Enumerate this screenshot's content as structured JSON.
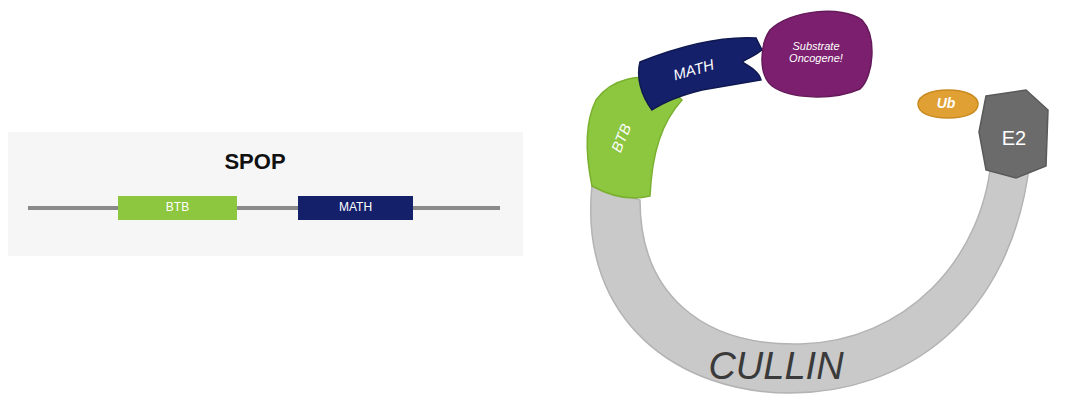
{
  "diagram": {
    "title": "SPOP",
    "nodes": [
      {
        "text": [
          "BTB"
        ]
      },
      {
        "text": [
          "MATH"
        ]
      },
      {
        "text": [
          "CULLIN"
        ]
      },
      {
        "text": [
          "BTB"
        ]
      },
      {
        "text": [
          "MATH"
        ]
      },
      {
        "text": [
          "Substrate Oncogene!"
        ]
      },
      {
        "text": [
          "Ub"
        ]
      },
      {
        "text": [
          "E2"
        ]
      }
    ]
  }
}
